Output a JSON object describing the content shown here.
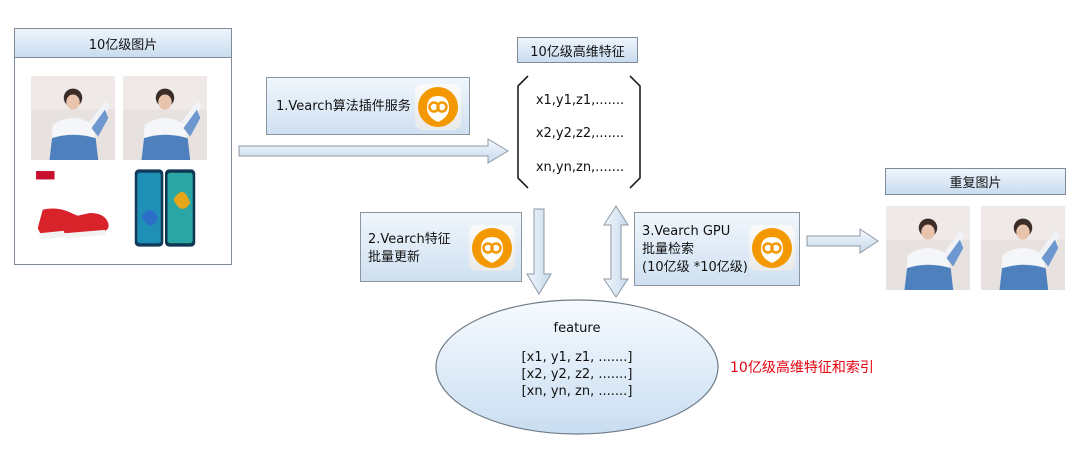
{
  "left_panel": {
    "title": "10亿级图片"
  },
  "features_panel": {
    "title": "10亿级高维特征",
    "rows": [
      "x1,y1,z1,.......",
      "x2,y2,z2,.......",
      "xn,yn,zn,......."
    ]
  },
  "steps": {
    "step1": "1.Vearch算法插件服务",
    "step2_line1": "2.Vearch特征",
    "step2_line2": "批量更新",
    "step3_line1": "3.Vearch GPU",
    "step3_line2": "批量检索",
    "step3_line3": "(10亿级  *10亿级)"
  },
  "dup_panel": {
    "title": "重复图片"
  },
  "feature_store": {
    "title": "feature",
    "rows": [
      "[x1, y1, z1, .......]",
      "[x2, y2, z2, .......]",
      "[xn, yn, zn, .......]"
    ]
  },
  "annotation": "10亿级高维特征和索引",
  "icons": {
    "logo": "vearch-logo-icon",
    "arrow_right": "arrow-right-icon",
    "arrow_down": "arrow-down-icon",
    "arrow_both": "arrow-updown-icon"
  },
  "colors": {
    "accent": "#f39800",
    "annotation": "#e6000f",
    "header_fill": "#cfe0f1"
  }
}
